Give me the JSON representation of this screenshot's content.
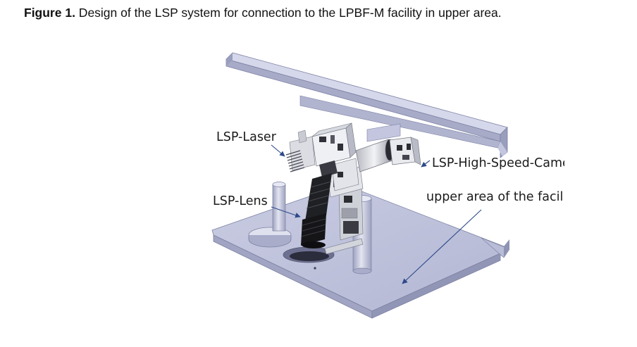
{
  "caption": {
    "label": "Figure 1.",
    "text": " Design of the LSP system for connection to the LPBF-M facility in upper area."
  },
  "figure": {
    "labels": {
      "laser": "LSP-Laser",
      "lens": "LSP-Lens",
      "camera": "LSP-High-Speed-Camera",
      "upper_area": "upper area of the facility"
    },
    "colors": {
      "plate_top": "#c3c6de",
      "plate_side": "#a4a8c6",
      "plate_edge": "#7c80a2",
      "metal_light": "#e6e8ee",
      "metal_mid": "#b7bac4",
      "dark_optic": "#2a2a2e",
      "arrow": "#2e4a8a"
    }
  }
}
